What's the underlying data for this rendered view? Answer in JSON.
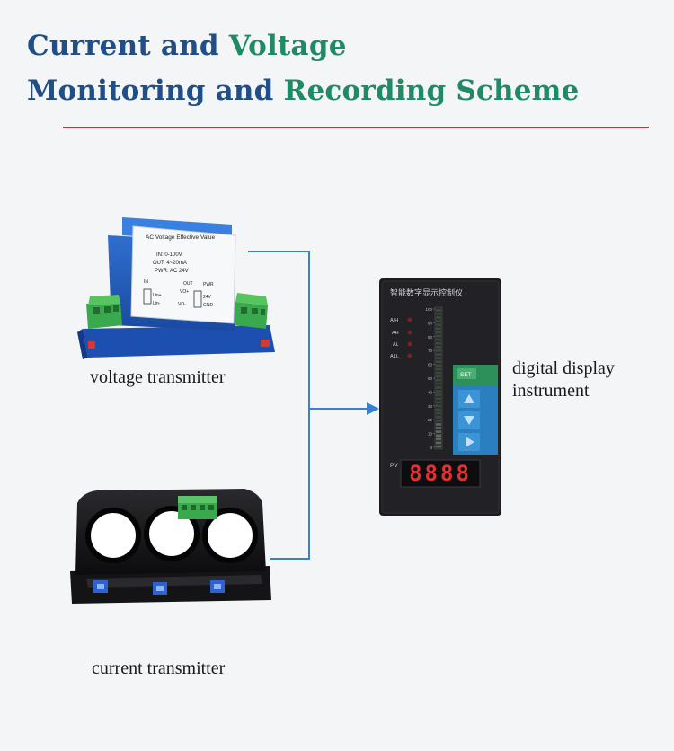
{
  "title": {
    "line1": {
      "part1": "Current and ",
      "part2": "Voltage"
    },
    "line2": {
      "part1": "Monitoring and ",
      "part2": "Recording Scheme"
    }
  },
  "voltage_transmitter": {
    "label": "voltage transmitter",
    "plate": {
      "heading": "AC Voltage Effective Value",
      "spec_in": "IN: 0-100V",
      "spec_out": "OUT: 4~20mA",
      "spec_pwr": "PWR: AC 24V",
      "in_label": "IN",
      "out_label": "OUT",
      "pwr_label": "PWR",
      "lin_plus": "Lin+",
      "lin_minus": "Lin-",
      "vo_plus": "VO+",
      "vo_minus": "VO-",
      "v24": "24V",
      "gnd": "GND"
    }
  },
  "current_transmitter": {
    "label": "current transmitter"
  },
  "display_instrument": {
    "label": "digital display instrument",
    "header": "智能数字显示控制仪",
    "leds": [
      "A/H",
      "AH",
      "AL",
      "ALL"
    ],
    "scale": [
      "100",
      "90",
      "80",
      "70",
      "60",
      "50",
      "40",
      "30",
      "20",
      "10",
      "0"
    ],
    "set_button": "SET",
    "pv_label": "PV",
    "readout": "8888"
  },
  "colors": {
    "title_blue": "#1f4f86",
    "title_green": "#1f8a64",
    "rule_red": "#c8323c",
    "connector_blue": "#3a7fd0",
    "led_red": "#e0322e",
    "panel_green": "#2f8f5a",
    "panel_blue": "#2b7fbf"
  }
}
